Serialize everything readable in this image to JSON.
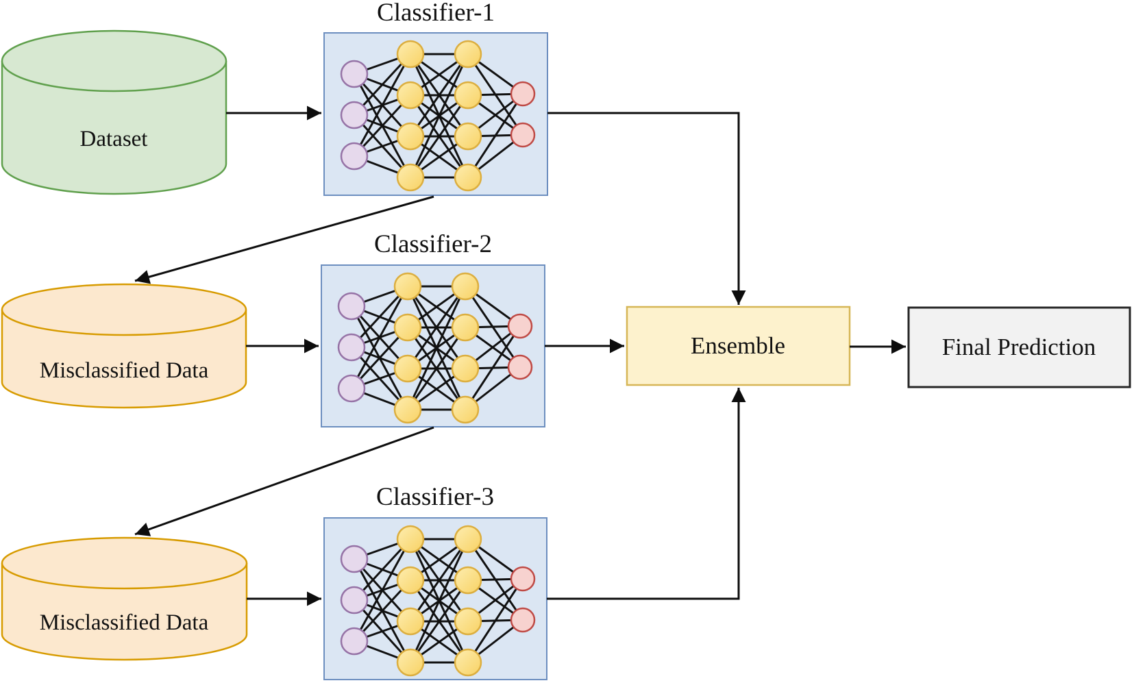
{
  "diagram": {
    "dataset": {
      "label": "Dataset"
    },
    "misclassified1": {
      "label": "Misclassified Data"
    },
    "misclassified2": {
      "label": "Misclassified Data"
    },
    "classifier1": {
      "title": "Classifier-1"
    },
    "classifier2": {
      "title": "Classifier-2"
    },
    "classifier3": {
      "title": "Classifier-3"
    },
    "ensemble": {
      "label": "Ensemble"
    },
    "final_prediction": {
      "label": "Final Prediction"
    },
    "connections": [
      {
        "from": "Dataset",
        "to": "Classifier-1"
      },
      {
        "from": "Classifier-1",
        "to": "Ensemble"
      },
      {
        "from": "Classifier-1",
        "to": "Misclassified Data (1)"
      },
      {
        "from": "Misclassified Data (1)",
        "to": "Classifier-2"
      },
      {
        "from": "Classifier-2",
        "to": "Ensemble"
      },
      {
        "from": "Classifier-2",
        "to": "Misclassified Data (2)"
      },
      {
        "from": "Misclassified Data (2)",
        "to": "Classifier-3"
      },
      {
        "from": "Classifier-3",
        "to": "Ensemble"
      },
      {
        "from": "Ensemble",
        "to": "Final Prediction"
      }
    ],
    "network": {
      "layers": [
        3,
        4,
        4,
        2
      ],
      "layer_roles": [
        "input",
        "hidden",
        "hidden",
        "output"
      ]
    },
    "colors": {
      "background": "#ffffff",
      "text": "#111111",
      "arrow": "#0d0d0d",
      "edge": "#111111",
      "dataset_fill": "#d7e8d1",
      "dataset_stroke": "#60a04d",
      "misclassified_fill": "#fce8ce",
      "misclassified_stroke": "#d79b00",
      "classifier_fill": "#dbe6f3",
      "classifier_stroke": "#6c8ebf",
      "ensemble_fill": "#fdf2cd",
      "ensemble_stroke": "#d6b656",
      "final_fill": "#f2f2f2",
      "final_stroke": "#262626",
      "node_input_fill": "#e6d9ec",
      "node_input_stroke": "#9673a6",
      "node_hidden_fill_light": "#fdedb0",
      "node_hidden_fill": "#f8d264",
      "node_hidden_stroke": "#dcae3f",
      "node_output_fill": "#f7d2cf",
      "node_output_stroke": "#bf4a45"
    }
  }
}
